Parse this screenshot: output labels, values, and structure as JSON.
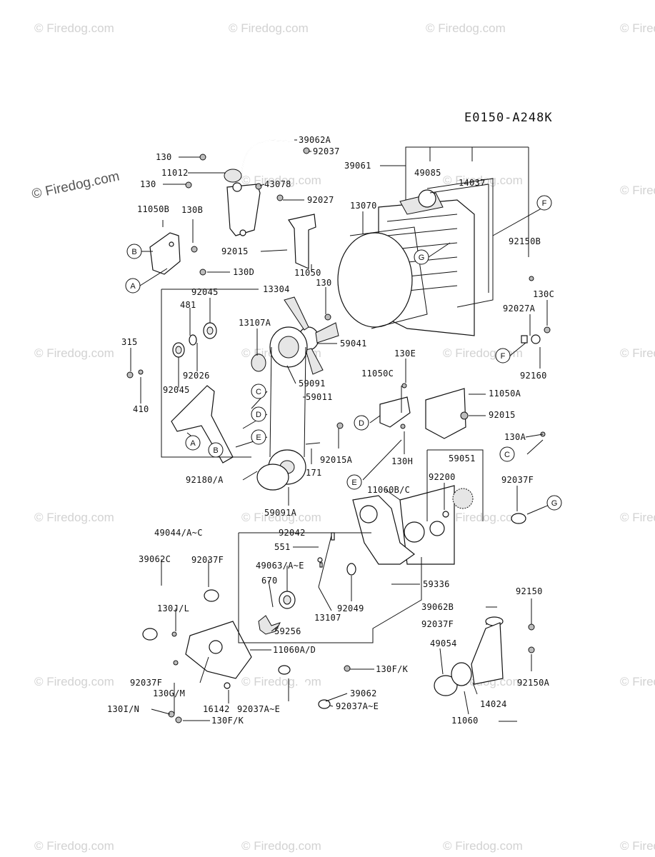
{
  "diagram_code": "E0150-A248K",
  "watermark_text": "© Firedog.com",
  "callouts": {
    "a": "A",
    "b": "B",
    "c": "C",
    "d": "D",
    "e": "E",
    "f": "F",
    "g": "G"
  },
  "parts": [
    "39062A",
    "92037",
    "130",
    "11012",
    "39061",
    "49085",
    "14037",
    "43078",
    "130",
    "92027",
    "13070",
    "11050B",
    "130B",
    "92150B",
    "92015",
    "11050",
    "130D",
    "130",
    "130C",
    "92045",
    "13304",
    "481",
    "13107A",
    "92027A",
    "315",
    "59041",
    "130E",
    "92160",
    "92026",
    "92045",
    "59091",
    "11050C",
    "11050A",
    "410",
    "59011",
    "92015",
    "130A",
    "92015A",
    "171",
    "130H",
    "59051",
    "92180/A",
    "92200",
    "92037F",
    "11060B/C",
    "59091A",
    "49044/A~C",
    "92042",
    "551",
    "39062C",
    "92037F",
    "49063/A~E",
    "670",
    "59336",
    "130J/L",
    "92049",
    "13107",
    "39062B",
    "92150",
    "59256",
    "92037F",
    "11060A/D",
    "49054",
    "130F/K",
    "92037F",
    "39062",
    "92150A",
    "130G/M",
    "92037A~E",
    "14024",
    "130I/N",
    "16142",
    "92037A~E",
    "11060",
    "130F/K"
  ]
}
